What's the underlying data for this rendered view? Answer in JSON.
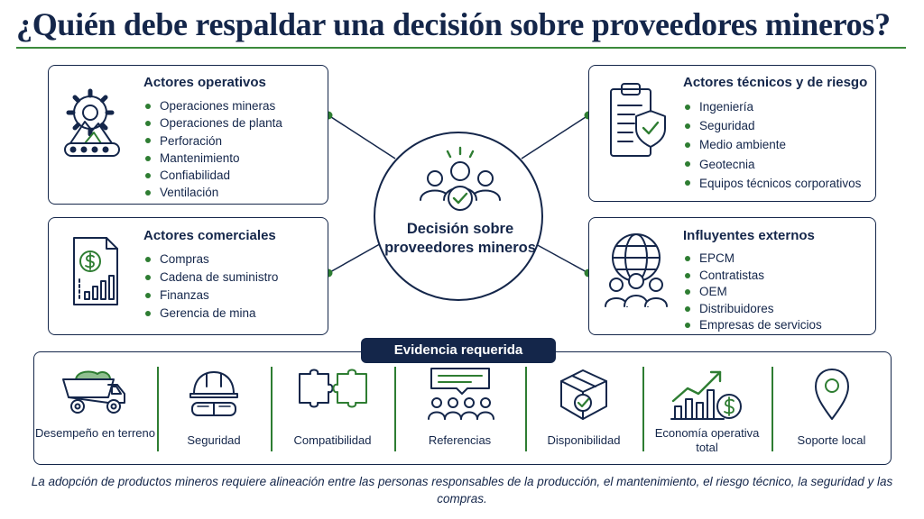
{
  "title": "¿Quién debe respaldar una decisión sobre proveedores mineros?",
  "center": {
    "label": "Decisión sobre proveedores mineros",
    "icon": "team-check-icon"
  },
  "groups": {
    "operativos": {
      "title": "Actores operativos",
      "icon": "gear-mountain-conveyor-icon",
      "items": [
        "Operaciones mineras",
        "Operaciones de planta",
        "Perforación",
        "Mantenimiento",
        "Confiabilidad",
        "Ventilación"
      ]
    },
    "comerciales": {
      "title": "Actores comerciales",
      "icon": "dollar-report-icon",
      "items": [
        "Compras",
        "Cadena de suministro",
        "Finanzas",
        "Gerencia de mina"
      ]
    },
    "tecnicos": {
      "title": "Actores técnicos y de riesgo",
      "icon": "clipboard-shield-icon",
      "items": [
        "Ingeniería",
        "Seguridad",
        "Medio ambiente",
        "Geotecnia",
        "Equipos técnicos corporativos"
      ]
    },
    "externos": {
      "title": "Influyentes externos",
      "icon": "globe-people-icon",
      "items": [
        "EPCM",
        "Contratistas",
        "OEM",
        "Distribuidores",
        "Empresas de servicios"
      ]
    }
  },
  "evidence": {
    "label": "Evidencia requerida",
    "items": [
      {
        "label": "Desempeño en terreno",
        "icon": "mining-truck-icon"
      },
      {
        "label": "Seguridad",
        "icon": "hardhat-goggles-icon"
      },
      {
        "label": "Compatibilidad",
        "icon": "puzzle-icon"
      },
      {
        "label": "Referencias",
        "icon": "people-speech-icon"
      },
      {
        "label": "Disponibilidad",
        "icon": "box-check-icon"
      },
      {
        "label": "Economía operativa total",
        "icon": "growth-chart-dollar-icon"
      },
      {
        "label": "Soporte local",
        "icon": "location-pin-icon"
      }
    ]
  },
  "footer": "La adopción de productos mineros requiere alineación entre las personas responsables de la producción, el mantenimiento, el riesgo técnico, la seguridad y las compras.",
  "colors": {
    "navy": "#14264a",
    "green": "#2e7d32"
  }
}
